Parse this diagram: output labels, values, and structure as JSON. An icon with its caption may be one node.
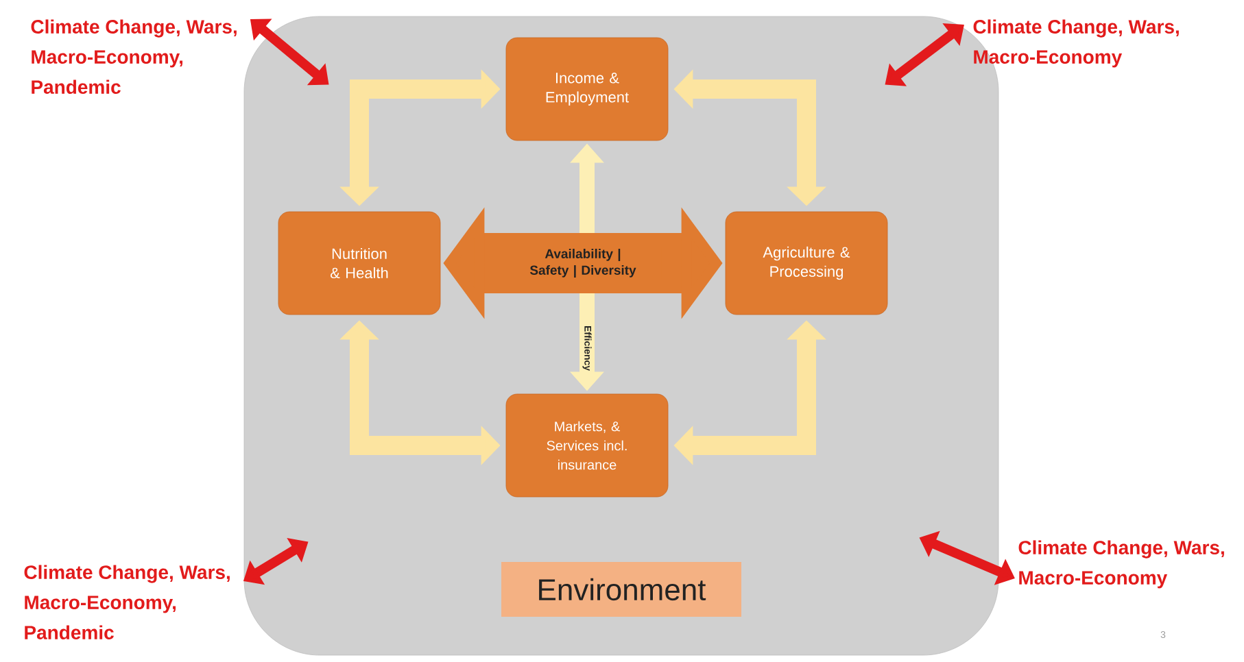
{
  "diagram": {
    "nodes": [
      {
        "text": [
          "Environment"
        ]
      },
      {
        "text": [
          "Income & Employment"
        ],
        "in": 0
      },
      {
        "text": [
          "Nutrition & Health"
        ],
        "in": 0
      },
      {
        "text": [
          "Agriculture & Processing"
        ],
        "in": 0
      },
      {
        "text": [
          "Markets, & Services incl. insurance"
        ],
        "in": 0
      },
      {
        "text": [
          "Climate Change, Wars, Macro-Economy, Pandemic"
        ]
      },
      {
        "text": [
          "Climate Change, Wars, Macro-Economy"
        ]
      },
      {
        "text": [
          "Climate Change, Wars, Macro-Economy, Pandemic"
        ]
      },
      {
        "text": [
          "Climate Change, Wars, Macro-Economy"
        ]
      }
    ],
    "edges": [
      {
        "from": 5,
        "to": 0,
        "arrow": "both",
        "color": "#e31a1c"
      },
      {
        "from": 6,
        "to": 0,
        "arrow": "both",
        "color": "#e31a1c"
      },
      {
        "from": 7,
        "to": 0,
        "arrow": "both",
        "color": "#e31a1c"
      },
      {
        "from": 8,
        "to": 0,
        "arrow": "both",
        "color": "#e31a1c"
      },
      {
        "from": 2,
        "to": 1,
        "arrow": "both",
        "color": "#fce4a0"
      },
      {
        "from": 1,
        "to": 3,
        "arrow": "both",
        "color": "#fce4a0"
      },
      {
        "from": 2,
        "to": 4,
        "arrow": "both",
        "color": "#fce4a0"
      },
      {
        "from": 3,
        "to": 4,
        "arrow": "both",
        "color": "#fce4a0"
      },
      {
        "from": 1,
        "to": 4,
        "label": "Efficiency",
        "arrow": "both",
        "color": "#fdefb5"
      },
      {
        "from": 2,
        "to": 3,
        "label": "Availability | Safety | Diversity",
        "arrow": "both",
        "style": "thick",
        "color": "#e07b30"
      }
    ],
    "labels": [
      "3"
    ]
  }
}
